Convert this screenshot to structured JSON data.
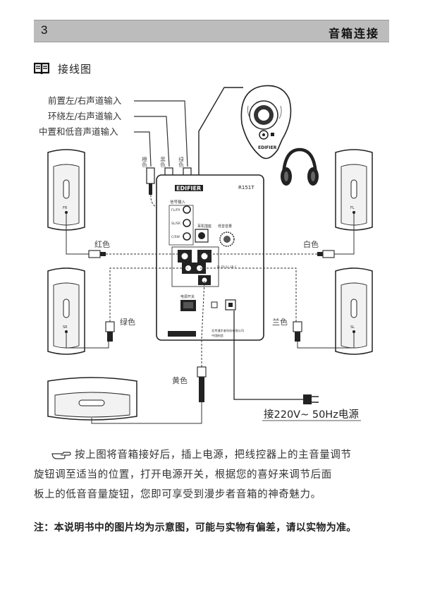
{
  "header": {
    "page_number": "3",
    "chapter_title": "音箱连接"
  },
  "section": {
    "title": "接线图",
    "icon": "book-icon"
  },
  "diagram": {
    "input_labels": [
      "前置左/右声道输入",
      "环绕左/右声道输入",
      "中置和低音声道输入"
    ],
    "cable_color_labels": {
      "orange": "橙色",
      "black": "黑色",
      "green": "绿色"
    },
    "wire_colors": {
      "front_left": "红色",
      "front_right": "白色",
      "rear_left": "绿色",
      "rear_right": "兰色",
      "center": "黄色"
    },
    "panel": {
      "brand": "EDIFIER",
      "model": "R151T",
      "signal_input": "信号输入",
      "fl_fr": "FL/FR",
      "sl_sr": "SL/SR",
      "c_sw": "C/SW",
      "headphone": "耳机插座",
      "bass_volume": "低音音量",
      "power_switch": "电源开关",
      "speaker_label": "FL FR SL SR C",
      "company": "北京漫步者科技有限公司",
      "made_in": "中国制造"
    },
    "remote_brand": "EDIFIER",
    "speaker_tags": {
      "front_left": "FR",
      "front_right": "FL",
      "rear_left": "SR",
      "rear_right": "SL"
    },
    "power_label": "接220V~ 50Hz电源"
  },
  "instructions": {
    "lines": [
      "按上图将音箱接好后，插上电源，把线控器上的主音量调节",
      "旋钮调至适当的位置，打开电源开关，根据您的喜好来调节后面",
      "板上的低音音量旋钮，您即可享受到漫步者音箱的神奇魅力。"
    ]
  },
  "note": "注：本说明书中的图片均为示意图，可能与实物有偏差，请以实物为准。"
}
